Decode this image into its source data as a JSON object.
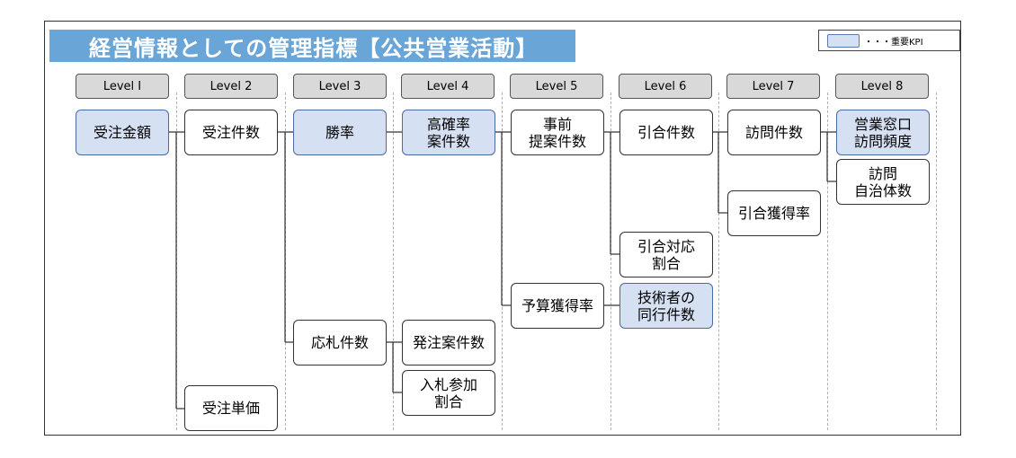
{
  "title": "経営情報としての管理指標【公共営業活動】",
  "legend": {
    "label": "・・・重要KPI",
    "color": "#d6e0f3"
  },
  "levels": [
    "Level Ⅰ",
    "Level 2",
    "Level 3",
    "Level 4",
    "Level 5",
    "Level 6",
    "Level 7",
    "Level 8"
  ],
  "nodes": {
    "order_amount": {
      "label": "受注金額",
      "kpi": true
    },
    "order_count": {
      "label": "受注件数",
      "kpi": false
    },
    "order_unit_price": {
      "label": "受注単価",
      "kpi": false
    },
    "win_rate": {
      "label": "勝率",
      "kpi": true
    },
    "bid_count": {
      "label": "応札件数",
      "kpi": false
    },
    "high_prob_cases": {
      "label": "高確率\n案件数",
      "kpi": true
    },
    "ordered_cases": {
      "label": "発注案件数",
      "kpi": false
    },
    "bid_participation_rate": {
      "label": "入札参加\n割合",
      "kpi": false
    },
    "pre_proposal_cases": {
      "label": "事前\n提案件数",
      "kpi": false
    },
    "budget_win_rate": {
      "label": "予算獲得率",
      "kpi": false
    },
    "inquiry_count": {
      "label": "引合件数",
      "kpi": false
    },
    "inquiry_response_rate": {
      "label": "引合対応\n割合",
      "kpi": false
    },
    "engineer_accompany_count": {
      "label": "技術者の\n同行件数",
      "kpi": true
    },
    "visit_count": {
      "label": "訪問件数",
      "kpi": false
    },
    "inquiry_win_rate": {
      "label": "引合獲得率",
      "kpi": false
    },
    "sales_contact_visit_freq": {
      "label": "営業窓口\n訪問頻度",
      "kpi": true
    },
    "municipality_visit_count": {
      "label": "訪問\n自治体数",
      "kpi": false
    }
  }
}
